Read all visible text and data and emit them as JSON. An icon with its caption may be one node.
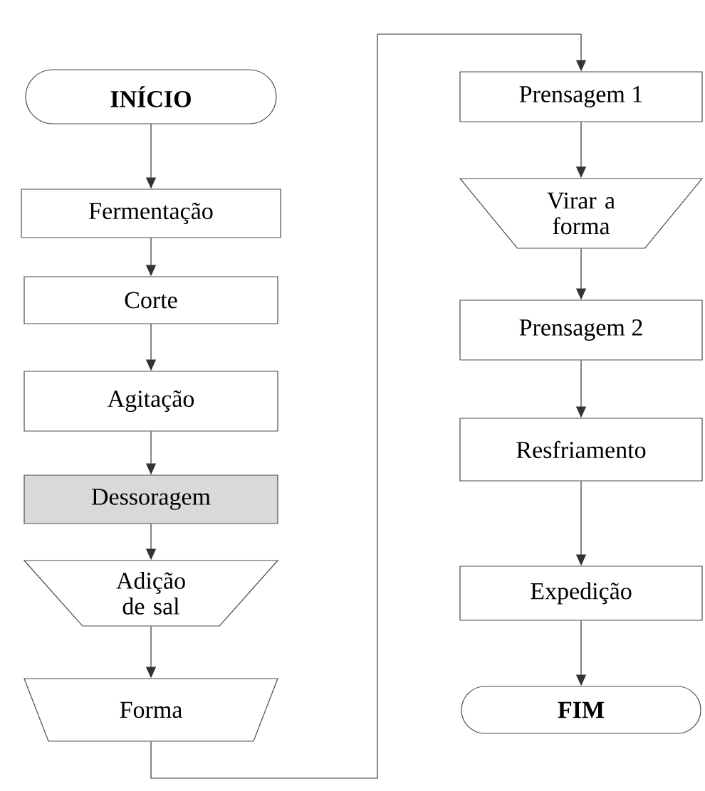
{
  "diagram": {
    "nodes": [
      {
        "text": [
          "INÍCIO"
        ]
      },
      {
        "text": [
          "Fermentação"
        ]
      },
      {
        "text": [
          "Corte"
        ]
      },
      {
        "text": [
          "Agitação"
        ]
      },
      {
        "text": [
          "Dessoragem"
        ]
      },
      {
        "text": [
          "Adição de sal"
        ]
      },
      {
        "text": [
          "Forma"
        ]
      },
      {
        "text": [
          "Prensagem 1"
        ]
      },
      {
        "text": [
          "Virar a forma"
        ]
      },
      {
        "text": [
          "Prensagem 2"
        ]
      },
      {
        "text": [
          "Resfriamento"
        ]
      },
      {
        "text": [
          "Expedição"
        ]
      },
      {
        "text": [
          "FIM"
        ]
      }
    ],
    "edges": [
      {
        "from": 0,
        "to": 1,
        "arrow": "to"
      },
      {
        "from": 1,
        "to": 2,
        "arrow": "to"
      },
      {
        "from": 2,
        "to": 3,
        "arrow": "to"
      },
      {
        "from": 3,
        "to": 4,
        "arrow": "to"
      },
      {
        "from": 4,
        "to": 5,
        "arrow": "to"
      },
      {
        "from": 5,
        "to": 6,
        "arrow": "to"
      },
      {
        "from": 6,
        "to": 7,
        "arrow": "to"
      },
      {
        "from": 7,
        "to": 8,
        "arrow": "to"
      },
      {
        "from": 8,
        "to": 9,
        "arrow": "to"
      },
      {
        "from": 9,
        "to": 10,
        "arrow": "to"
      },
      {
        "from": 10,
        "to": 11,
        "arrow": "to"
      },
      {
        "from": 11,
        "to": 12,
        "arrow": "to"
      }
    ]
  }
}
